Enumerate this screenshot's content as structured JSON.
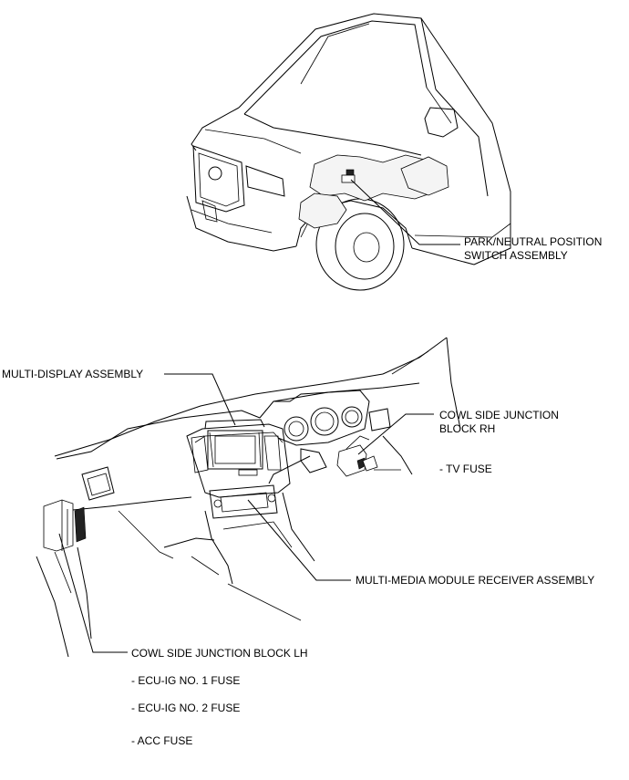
{
  "callouts": {
    "park_neutral_line1": "PARK/NEUTRAL POSITION",
    "park_neutral_line2": "SWITCH ASSEMBLY",
    "multi_display": "MULTI-DISPLAY ASSEMBLY",
    "cowl_rh_line1": "COWL SIDE JUNCTION",
    "cowl_rh_line2": "BLOCK RH",
    "cowl_rh_fuse": "- TV FUSE",
    "multimedia_receiver": "MULTI-MEDIA MODULE RECEIVER ASSEMBLY",
    "cowl_lh": "COWL SIDE JUNCTION BLOCK LH",
    "cowl_lh_fuses": [
      "- ECU-IG NO. 1 FUSE",
      "- ECU-IG NO. 2 FUSE",
      "- ACC FUSE"
    ]
  }
}
